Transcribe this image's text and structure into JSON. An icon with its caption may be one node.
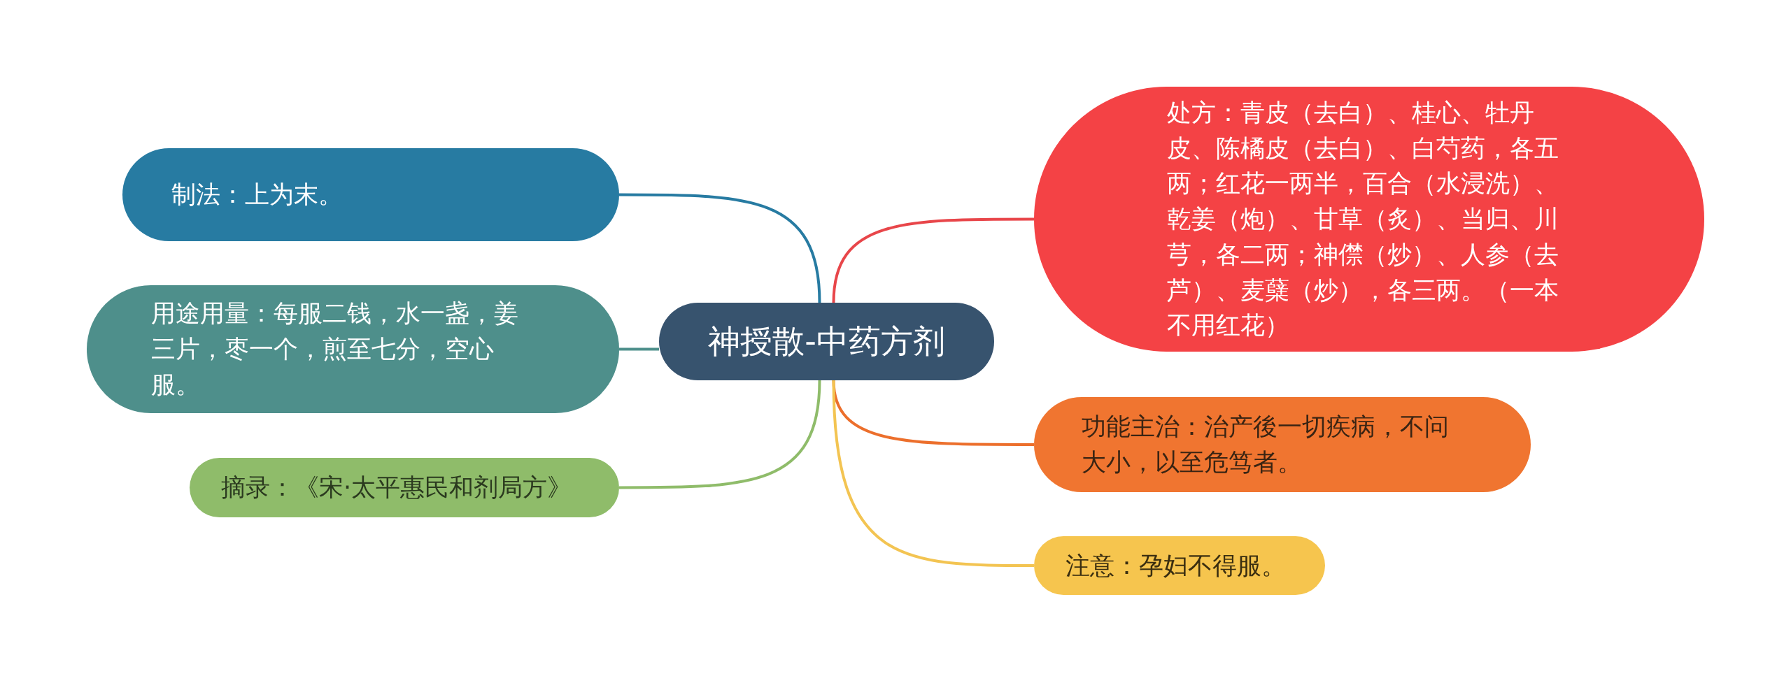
{
  "diagram": {
    "nodes": [
      {
        "text": [
          "神授散-中药方剂"
        ]
      },
      {
        "text": [
          "制法：上为末。"
        ]
      },
      {
        "text": [
          "用途用量：每服二钱，水一盏，姜三片，枣一个，煎至七分，空心服。"
        ]
      },
      {
        "text": [
          "摘录：《宋·太平惠民和剂局方》"
        ]
      },
      {
        "text": [
          "处方：青皮（去白）、桂心、牡丹皮、陈橘皮（去白）、白芍药，各五两；红花一两半，百合（水浸洗）、乾姜（炮）、甘草（炙）、当归、川芎，各二两；神僸（炒）、人参（去芦）、麦蘖（炒），各三两。（一本不用红花）"
        ]
      },
      {
        "text": [
          "功能主治：治产後一切疾病，不问大小，以至危笃者。"
        ]
      },
      {
        "text": [
          "注意：孕妇不得服。"
        ]
      }
    ],
    "edges": [
      {
        "from": 0,
        "to": 1,
        "arrow": "none",
        "color": "#277ba2"
      },
      {
        "from": 0,
        "to": 2,
        "arrow": "none",
        "color": "#4e8f8b"
      },
      {
        "from": 0,
        "to": 3,
        "arrow": "none",
        "color": "#8fbc6a"
      },
      {
        "from": 0,
        "to": 4,
        "arrow": "none",
        "color": "#e8464a"
      },
      {
        "from": 0,
        "to": 5,
        "arrow": "none",
        "color": "#ec6f2c"
      },
      {
        "from": 0,
        "to": 6,
        "arrow": "none",
        "color": "#f3c452"
      }
    ]
  }
}
